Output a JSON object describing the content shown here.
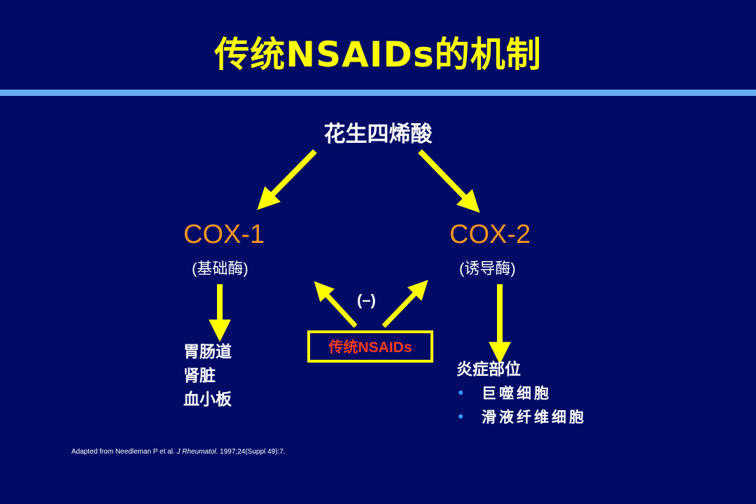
{
  "title": "传统NSAIDs的机制",
  "nodes": {
    "arachidonic_acid": "花生四烯酸",
    "cox1": {
      "label": "COX-1",
      "sub": "(基础酶)"
    },
    "cox2": {
      "label": "COX-2",
      "sub": "(诱导酶)"
    },
    "inhibit": "(–)",
    "nsaids": "传统NSAIDs",
    "cox1_effects": [
      "胃肠道",
      "肾脏",
      "血小板"
    ],
    "cox2_effects": {
      "title": "炎症部位",
      "bullet": "•",
      "items": [
        "巨噬细胞",
        "滑液纤维细胞"
      ]
    }
  },
  "reference": {
    "prefix": "Adapted from Needleman P et al. ",
    "journal": "J Rheumatol.",
    "suffix": " 1997;24(Suppl 49):7."
  },
  "colors": {
    "background": "#000b66",
    "title": "#ffff00",
    "divider": "#66aaf0",
    "arrow": "#ffff00",
    "cox_label": "#f7941d",
    "nsaids_text": "#ff3a1a",
    "bullet": "#3399ff"
  }
}
